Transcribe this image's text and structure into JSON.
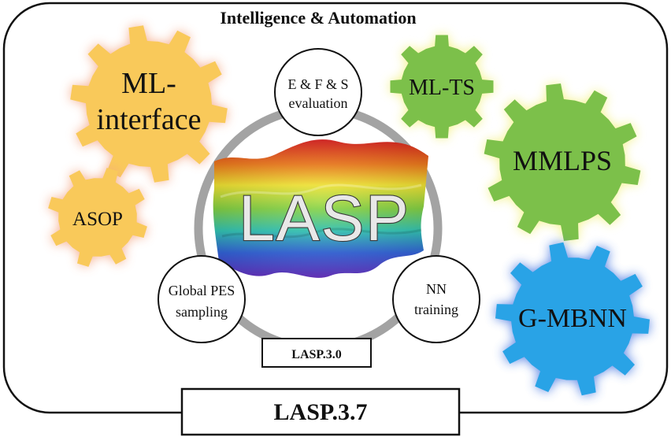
{
  "title": "Intelligence & Automation",
  "center_label": "LASP",
  "inner_version": "LASP.3.0",
  "outer_version": "LASP.3.7",
  "cycle_nodes": {
    "top": {
      "line1": "E & F & S",
      "line2": "evaluation"
    },
    "left": {
      "line1": "Global PES",
      "line2": "sampling"
    },
    "right": {
      "line1": "NN",
      "line2": "training"
    }
  },
  "gears": {
    "ml_interface": {
      "line1": "ML-",
      "line2": "interface",
      "color": "#f9c95a",
      "glow": "#f4a582"
    },
    "asop": {
      "label": "ASOP",
      "color": "#f9c95a",
      "glow": "#f4a582"
    },
    "ml_ts": {
      "label": "ML-TS",
      "color": "#7cc04a",
      "glow": "#f3f07a"
    },
    "mmlps": {
      "label": "MMLPS",
      "color": "#7cc04a",
      "glow": "#f3f07a"
    },
    "gmbnn": {
      "label": "G-MBNN",
      "color": "#29a3e6",
      "glow": "#3d6fe0"
    }
  }
}
